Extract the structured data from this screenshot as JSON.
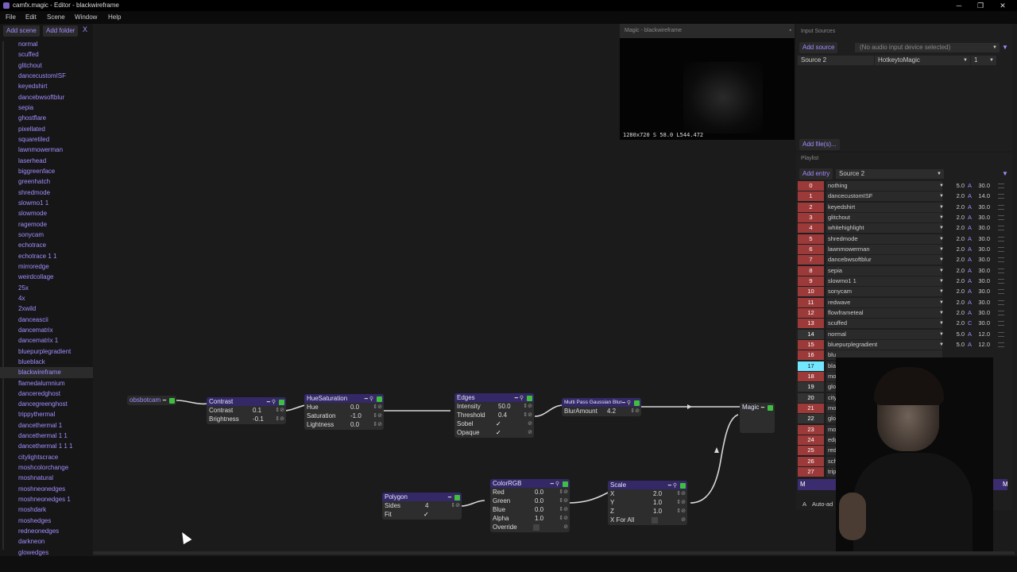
{
  "window": {
    "title": "camfx.magic - Editor - blackwireframe",
    "minimize": "─",
    "maximize": "❐",
    "close": "✕"
  },
  "menu": [
    "File",
    "Edit",
    "Scene",
    "Window",
    "Help"
  ],
  "scenes": {
    "add_scene": "Add scene",
    "add_folder": "Add folder",
    "close": "X",
    "selected": "blackwireframe",
    "items": [
      "normal",
      "scuffed",
      "glitchout",
      "dancecustomISF",
      "keyedshirt",
      "dancebwsoftblur",
      "sepia",
      "ghostflare",
      "pixellated",
      "squaretiled",
      "lawnmowerman",
      "laserhead",
      "biggreenface",
      "greenhatch",
      "shredmode",
      "slowmo1 1",
      "slowmode",
      "ragemode",
      "sonycam",
      "echotrace",
      "echotrace 1 1",
      "mirroredge",
      "weirdcollage",
      "25x",
      "4x",
      "2xwild",
      "danceascii",
      "dancematrix",
      "dancematrix 1",
      "bluepurplegradient",
      "blueblack",
      "blackwireframe",
      "flamedalumnium",
      "danceredghost",
      "dancegreenghost",
      "trippythermal",
      "dancethermal 1",
      "dancethermal 1 1",
      "dancethermal 1 1 1",
      "citylightscrace",
      "moshcolorchange",
      "moshnatural",
      "moshneonedges",
      "moshneonedges 1",
      "moshdark",
      "moshedges",
      "redneonedges",
      "darkneon",
      "glowedges"
    ]
  },
  "nodes": {
    "obsbotcam": {
      "title": "obsbotcam"
    },
    "contrast": {
      "title": "Contrast",
      "params": [
        {
          "label": "Contrast",
          "value": "0.1"
        },
        {
          "label": "Brightness",
          "value": "-0.1"
        }
      ]
    },
    "huesat": {
      "title": "HueSaturation",
      "params": [
        {
          "label": "Hue",
          "value": "0.0"
        },
        {
          "label": "Saturation",
          "value": "-1.0"
        },
        {
          "label": "Lightness",
          "value": "0.0"
        }
      ]
    },
    "edges": {
      "title": "Edges",
      "params": [
        {
          "label": "Intensity",
          "value": "50.0"
        },
        {
          "label": "Threshold",
          "value": "0.4"
        }
      ],
      "checks": [
        {
          "label": "Sobel",
          "checked": true
        },
        {
          "label": "Opaque",
          "checked": true
        }
      ]
    },
    "blur": {
      "title": "Multi Pass Gaussian Blur",
      "params": [
        {
          "label": "BlurAmount",
          "value": "4.2"
        }
      ]
    },
    "magic": {
      "title": "Magic"
    },
    "polygon": {
      "title": "Polygon",
      "params": [
        {
          "label": "Sides",
          "value": "4"
        }
      ],
      "checks": [
        {
          "label": "Fit",
          "checked": true
        }
      ]
    },
    "colorrgb": {
      "title": "ColorRGB",
      "params": [
        {
          "label": "Red",
          "value": "0.0"
        },
        {
          "label": "Green",
          "value": "0.0"
        },
        {
          "label": "Blue",
          "value": "0.0"
        },
        {
          "label": "Alpha",
          "value": "1.0"
        }
      ],
      "checks": [
        {
          "label": "Override",
          "checked": false
        }
      ]
    },
    "scale": {
      "title": "Scale",
      "params": [
        {
          "label": "X",
          "value": "2.0"
        },
        {
          "label": "Y",
          "value": "1.0"
        },
        {
          "label": "Z",
          "value": "1.0"
        }
      ],
      "checks": [
        {
          "label": "X For All",
          "checked": false
        }
      ]
    }
  },
  "preview": {
    "title": "Magic - blackwireframe",
    "stats": "1280x720  S 58.0  L544.472"
  },
  "inputs": {
    "title": "Input Sources",
    "add_source": "Add source",
    "audio_device": "(No audio input device selected)",
    "source_name": "Source 2",
    "hotkey": "HotkeytoMagic",
    "hotkey_num": "1",
    "add_files": "Add file(s)..."
  },
  "playlist": {
    "title": "Playlist",
    "add_entry": "Add entry",
    "source": "Source 2",
    "rows": [
      {
        "idx": "0",
        "name": "nothing",
        "dur": "5.0",
        "mode": "A",
        "val": "30.0"
      },
      {
        "idx": "1",
        "name": "dancecustomISF",
        "dur": "2.0",
        "mode": "A",
        "val": "14.0"
      },
      {
        "idx": "2",
        "name": "keyedshirt",
        "dur": "2.0",
        "mode": "A",
        "val": "30.0"
      },
      {
        "idx": "3",
        "name": "glitchout",
        "dur": "2.0",
        "mode": "A",
        "val": "30.0"
      },
      {
        "idx": "4",
        "name": "whitehighlight",
        "dur": "2.0",
        "mode": "A",
        "val": "30.0"
      },
      {
        "idx": "5",
        "name": "shredmode",
        "dur": "2.0",
        "mode": "A",
        "val": "30.0"
      },
      {
        "idx": "6",
        "name": "lawnmowerman",
        "dur": "2.0",
        "mode": "A",
        "val": "30.0"
      },
      {
        "idx": "7",
        "name": "dancebwsoftblur",
        "dur": "2.0",
        "mode": "A",
        "val": "30.0"
      },
      {
        "idx": "8",
        "name": "sepia",
        "dur": "2.0",
        "mode": "A",
        "val": "30.0"
      },
      {
        "idx": "9",
        "name": "slowmo1 1",
        "dur": "2.0",
        "mode": "A",
        "val": "30.0"
      },
      {
        "idx": "10",
        "name": "sonycam",
        "dur": "2.0",
        "mode": "A",
        "val": "30.0"
      },
      {
        "idx": "11",
        "name": "redwave",
        "dur": "2.0",
        "mode": "A",
        "val": "30.0"
      },
      {
        "idx": "12",
        "name": "flowframeteal",
        "dur": "2.0",
        "mode": "A",
        "val": "30.0"
      },
      {
        "idx": "13",
        "name": "scuffed",
        "dur": "2.0",
        "mode": "C",
        "val": "30.0"
      },
      {
        "idx": "14",
        "name": "normal",
        "dur": "5.0",
        "mode": "A",
        "val": "12.0"
      },
      {
        "idx": "15",
        "name": "bluepurplegradient",
        "dur": "5.0",
        "mode": "A",
        "val": "12.0"
      },
      {
        "idx": "16",
        "name": "blu",
        "dur": "",
        "mode": "",
        "val": ""
      },
      {
        "idx": "17",
        "name": "bla",
        "dur": "",
        "mode": "",
        "val": ""
      },
      {
        "idx": "18",
        "name": "mo",
        "dur": "",
        "mode": "",
        "val": ""
      },
      {
        "idx": "19",
        "name": "glo",
        "dur": "",
        "mode": "",
        "val": ""
      },
      {
        "idx": "20",
        "name": "city",
        "dur": "",
        "mode": "",
        "val": ""
      },
      {
        "idx": "21",
        "name": "mo",
        "dur": "",
        "mode": "",
        "val": ""
      },
      {
        "idx": "22",
        "name": "glo",
        "dur": "",
        "mode": "",
        "val": ""
      },
      {
        "idx": "23",
        "name": "mo",
        "dur": "",
        "mode": "",
        "val": ""
      },
      {
        "idx": "24",
        "name": "edg",
        "dur": "",
        "mode": "",
        "val": ""
      },
      {
        "idx": "25",
        "name": "red",
        "dur": "",
        "mode": "",
        "val": ""
      },
      {
        "idx": "26",
        "name": "sch",
        "dur": "",
        "mode": "",
        "val": ""
      },
      {
        "idx": "27",
        "name": "trip",
        "dur": "",
        "mode": "",
        "val": ""
      }
    ],
    "footer_m": "M",
    "auto_label": "Auto-ad",
    "auto_mode": "A"
  },
  "colors": {
    "accent": "#a58cff",
    "node_header": "#342866",
    "playlist_red": "#9c3a3a",
    "playlist_cyan": "#73e6ff"
  }
}
